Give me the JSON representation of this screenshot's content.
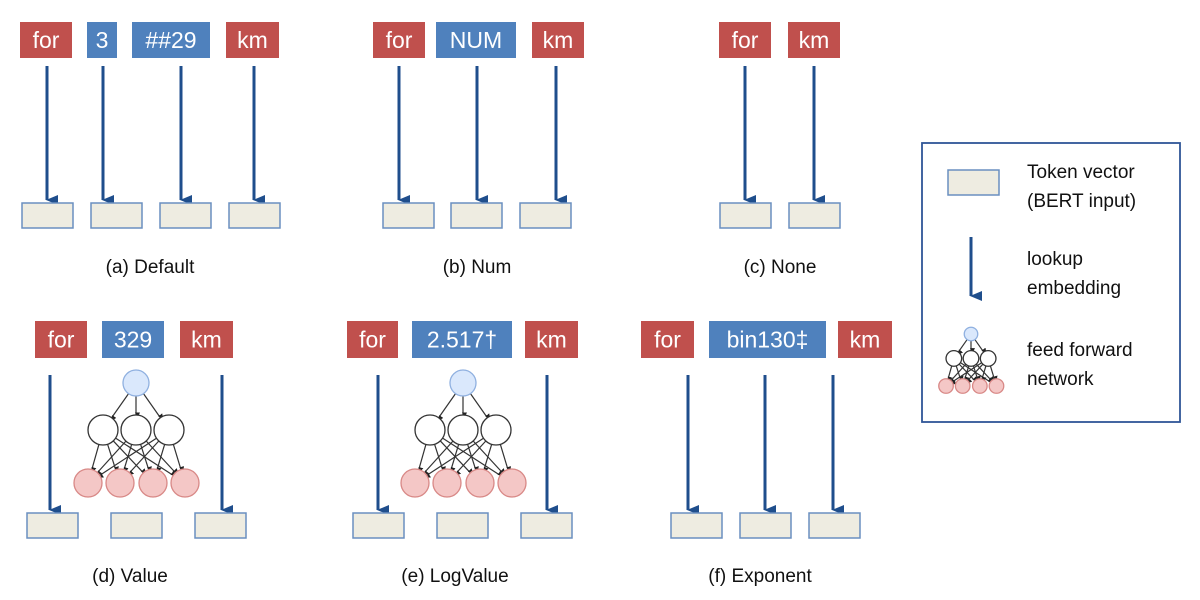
{
  "colors": {
    "word": "#c0504d",
    "number": "#4f81bd",
    "arrow": "#1f4e8c",
    "vector_fill": "#eeece1",
    "vector_stroke": "#6a8fc0",
    "ffn_input": "#dae8fc",
    "ffn_output": "#f4c7c6"
  },
  "panels": [
    {
      "caption": "(a) Default",
      "tokens": [
        {
          "text": "for",
          "type": "word"
        },
        {
          "text": "3",
          "type": "number"
        },
        {
          "text": "##29",
          "type": "number"
        },
        {
          "text": "km",
          "type": "word"
        }
      ]
    },
    {
      "caption": "(b) Num",
      "tokens": [
        {
          "text": "for",
          "type": "word"
        },
        {
          "text": "NUM",
          "type": "number"
        },
        {
          "text": "km",
          "type": "word"
        }
      ]
    },
    {
      "caption": "(c) None",
      "tokens": [
        {
          "text": "for",
          "type": "word"
        },
        {
          "text": "km",
          "type": "word"
        }
      ]
    },
    {
      "caption": "(d) Value",
      "tokens": [
        {
          "text": "for",
          "type": "word"
        },
        {
          "text": "329",
          "type": "number",
          "ffn": true
        },
        {
          "text": "km",
          "type": "word"
        }
      ]
    },
    {
      "caption": "(e) LogValue",
      "tokens": [
        {
          "text": "for",
          "type": "word"
        },
        {
          "text": "2.517†",
          "type": "number",
          "ffn": true
        },
        {
          "text": "km",
          "type": "word"
        }
      ]
    },
    {
      "caption": "(f) Exponent",
      "tokens": [
        {
          "text": "for",
          "type": "word"
        },
        {
          "text": "bin130‡",
          "type": "number"
        },
        {
          "text": "km",
          "type": "word"
        }
      ]
    }
  ],
  "legend": {
    "vector_line1": "Token vector",
    "vector_line2": "(BERT input)",
    "arrow_line1": "lookup",
    "arrow_line2": "embedding",
    "ffn_line1": "feed forward",
    "ffn_line2": "network"
  }
}
